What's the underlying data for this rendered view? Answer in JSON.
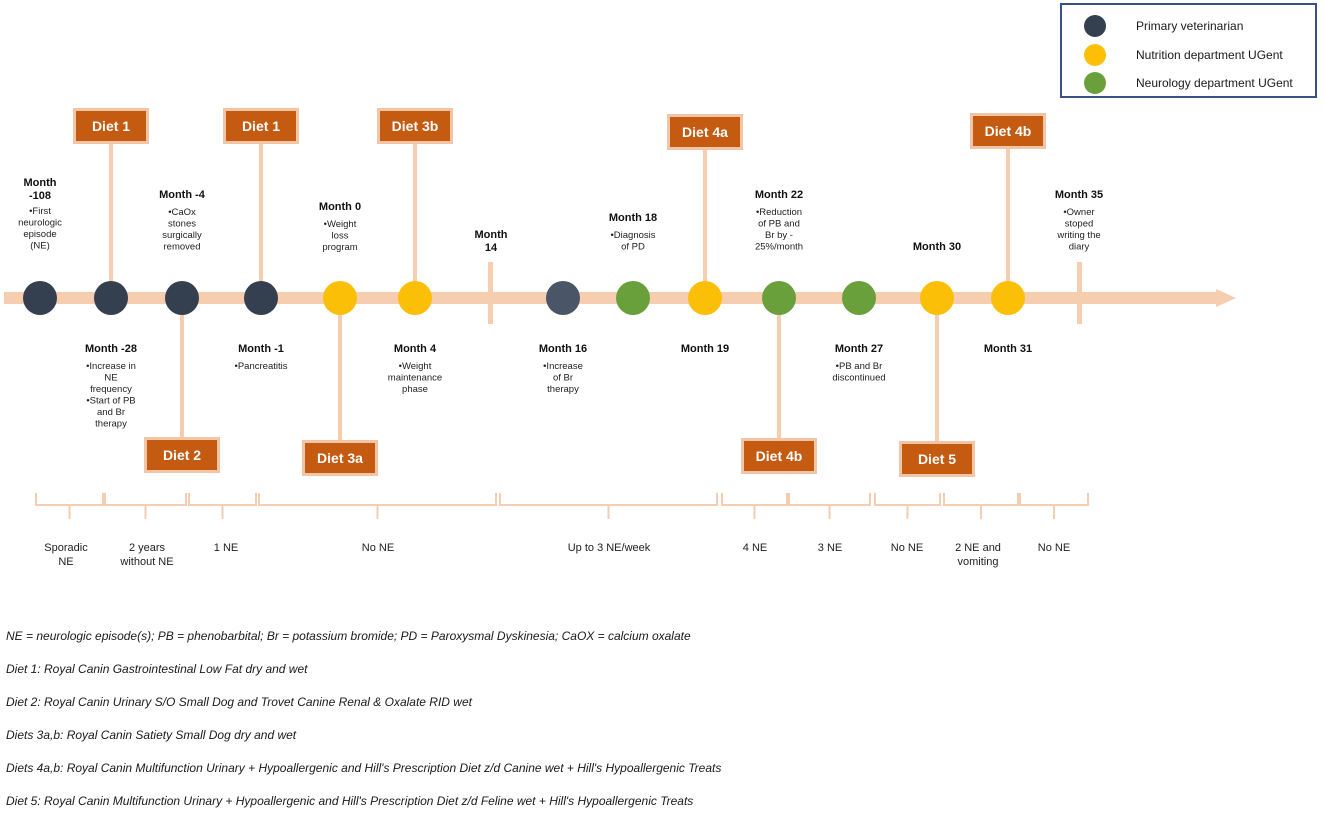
{
  "legend": {
    "items": [
      {
        "label": "Primary veterinarian",
        "color": "#343f50"
      },
      {
        "label": "Nutrition department UGent",
        "color": "#fcbf07"
      },
      {
        "label": "Neurology department UGent",
        "color": "#6aa03c"
      }
    ]
  },
  "colors": {
    "axis": "#f7cdb0",
    "diet_box": "#c55a11",
    "diet_box_border": "#f2c5a6",
    "primary": "#343f50",
    "nutrition": "#fcbf07",
    "neurology": "#6aa03c",
    "neurology_visit_m16": "#4a5568"
  },
  "timeline": {
    "visits": [
      {
        "id": "m-108",
        "owner": "primary"
      },
      {
        "id": "m-28",
        "owner": "primary"
      },
      {
        "id": "m-4",
        "owner": "primary"
      },
      {
        "id": "m-1",
        "owner": "primary"
      },
      {
        "id": "m0",
        "owner": "nutrition"
      },
      {
        "id": "m4",
        "owner": "nutrition"
      },
      {
        "id": "m16",
        "owner": "primary"
      },
      {
        "id": "m18",
        "owner": "neurology"
      },
      {
        "id": "m19",
        "owner": "nutrition"
      },
      {
        "id": "m22",
        "owner": "neurology"
      },
      {
        "id": "m27",
        "owner": "neurology"
      },
      {
        "id": "m30",
        "owner": "nutrition"
      },
      {
        "id": "m31",
        "owner": "nutrition"
      }
    ],
    "events": [
      {
        "month": "Month -108",
        "notes": [
          "•First",
          "neurologic",
          "episode",
          "(NE)"
        ]
      },
      {
        "month": "Month -4",
        "notes": [
          "•CaOx",
          "stones",
          "surgically",
          "removed"
        ]
      },
      {
        "month": "Month 0",
        "notes": [
          "•Weight",
          "loss",
          "program"
        ]
      },
      {
        "month": "Month 18",
        "notes": [
          "•Diagnosis",
          "of PD"
        ]
      },
      {
        "month": "Month 22",
        "notes": [
          "•Reduction",
          "of PB and",
          "Br by -",
          "25%/month"
        ]
      },
      {
        "month": "Month 35",
        "notes": [
          "•Owner",
          "stoped",
          "writing the",
          "diary"
        ]
      },
      {
        "month": "Month -28",
        "notes": [
          "•Increase in",
          "NE",
          "frequency",
          "•Start of PB",
          "and Br",
          "therapy"
        ]
      },
      {
        "month": "Month -1",
        "notes": [
          "•Pancreatitis"
        ]
      },
      {
        "month": "Month 4",
        "notes": [
          "•Weight",
          "maintenance",
          "phase"
        ]
      },
      {
        "month": "Month 16",
        "notes": [
          "•Increase",
          "of Br",
          "therapy"
        ]
      },
      {
        "month": "Month 19",
        "notes": []
      },
      {
        "month": "Month 27",
        "notes": [
          "•PB and Br",
          "discontinued"
        ]
      },
      {
        "month": "Month 31",
        "notes": []
      },
      {
        "month": "Month 14",
        "notes": []
      },
      {
        "month": "Month 30",
        "notes": []
      }
    ],
    "diets": [
      {
        "label": "Diet 1"
      },
      {
        "label": "Diet 1"
      },
      {
        "label": "Diet 3b"
      },
      {
        "label": "Diet 4a"
      },
      {
        "label": "Diet 4b"
      },
      {
        "label": "Diet 2"
      },
      {
        "label": "Diet 3a"
      },
      {
        "label": "Diet 4b"
      },
      {
        "label": "Diet 5"
      }
    ],
    "periods": [
      {
        "label": [
          "Sporadic",
          "NE"
        ]
      },
      {
        "label": [
          "2 years",
          "without NE"
        ]
      },
      {
        "label": [
          "1 NE"
        ]
      },
      {
        "label": [
          "No NE"
        ]
      },
      {
        "label": [
          "Up to 3 NE/week"
        ]
      },
      {
        "label": [
          "4 NE"
        ]
      },
      {
        "label": [
          "3 NE"
        ]
      },
      {
        "label": [
          "No NE"
        ]
      },
      {
        "label": [
          "2 NE and",
          "vomiting"
        ]
      },
      {
        "label": [
          "No NE"
        ]
      }
    ]
  },
  "footnotes": [
    "NE = neurologic episode(s); PB = phenobarbital; Br = potassium bromide; PD = Paroxysmal Dyskinesia; CaOX = calcium oxalate",
    "Diet 1: Royal Canin Gastrointestinal Low Fat dry and wet",
    "Diet 2: Royal Canin Urinary S/O Small Dog and Trovet Canine Renal & Oxalate RID wet",
    "Diets 3a,b: Royal Canin Satiety Small Dog dry and wet",
    "Diets 4a,b: Royal Canin Multifunction Urinary + Hypoallergenic and Hill's Prescription Diet z/d Canine wet + Hill's Hypoallergenic Treats",
    "Diet 5: Royal Canin Multifunction Urinary + Hypoallergenic and Hill's Prescription Diet z/d Feline wet + Hill's Hypoallergenic Treats"
  ]
}
